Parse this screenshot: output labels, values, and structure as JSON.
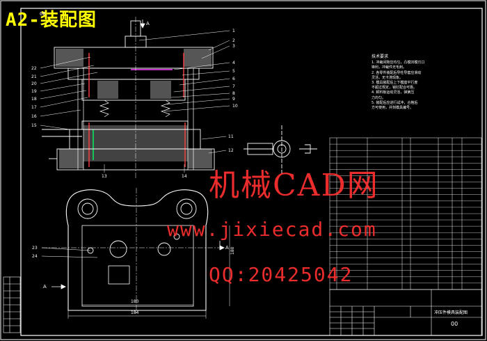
{
  "drawing": {
    "title": "A2-装配图",
    "drawing_code": "00",
    "watermark": {
      "line1": "机械CAD网",
      "line2": "www.jixiecad.com",
      "line3": "QQ:20425042"
    },
    "notes": {
      "heading": "技术要求",
      "lines": [
        "1. 冲裁间隙应均匀，凸模凹模刃口",
        "   锋利，冲裁件无毛刺。",
        "2. 各零件装配后导柱导套应滑动",
        "   灵活，无卡滞现象。",
        "3. 模具装配后上下模座平行度",
        "   不超过规定，销钉配合可靠。",
        "4. 卸料板运动灵活，弹簧压",
        "   力均匀。",
        "5. 装配后应进行试冲，合格后",
        "   方可使用，并刻模具编号。"
      ]
    },
    "section_label": "A",
    "dimensions": {
      "inner_width": "180",
      "outer_width": "184",
      "height": "180"
    },
    "balloons_left": [
      "22",
      "21",
      "20",
      "19",
      "18",
      "17",
      "16",
      "15"
    ],
    "balloons_right": [
      "1",
      "2",
      "3",
      "4",
      "5",
      "6",
      "7",
      "8",
      "9",
      "10"
    ],
    "plan_balloons": [
      "23",
      "24"
    ],
    "lower_balloons": [
      "11",
      "12",
      "13",
      "14"
    ],
    "title_block": {
      "name": "冲压件模具装配图",
      "code": "00"
    }
  }
}
